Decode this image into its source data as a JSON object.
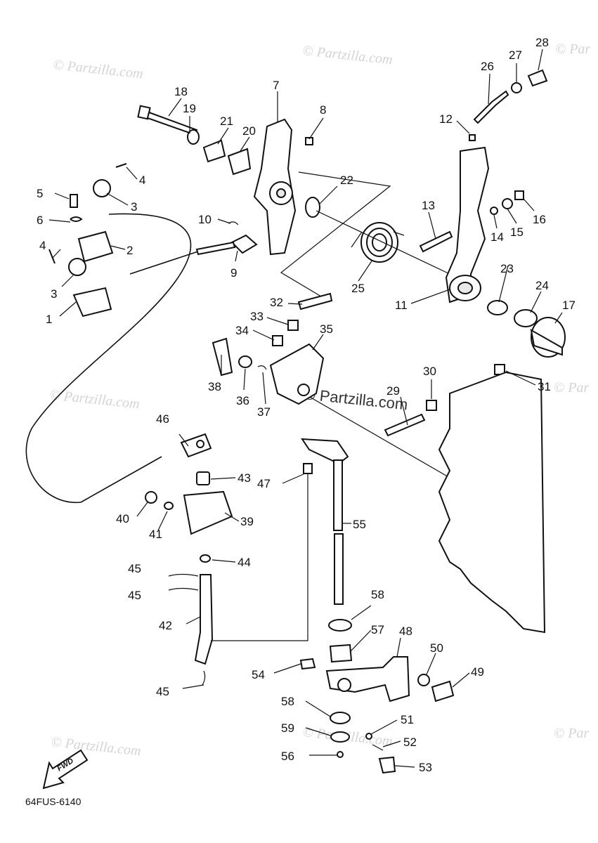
{
  "watermark": {
    "text": "© Partzilla.com",
    "text_edge": "© Par"
  },
  "diagram_code": "64FUS-6140",
  "fwd_label": "FWD",
  "callouts": [
    "1",
    "2",
    "3",
    "3",
    "4",
    "4",
    "5",
    "6",
    "7",
    "8",
    "9",
    "10",
    "11",
    "12",
    "13",
    "14",
    "15",
    "16",
    "17",
    "18",
    "19",
    "20",
    "21",
    "22",
    "23",
    "24",
    "25",
    "26",
    "27",
    "28",
    "29",
    "30",
    "31",
    "32",
    "33",
    "34",
    "35",
    "36",
    "37",
    "38",
    "39",
    "40",
    "41",
    "42",
    "43",
    "44",
    "45",
    "45",
    "45",
    "46",
    "47",
    "48",
    "49",
    "50",
    "51",
    "52",
    "53",
    "54",
    "55",
    "56",
    "57",
    "58",
    "58",
    "59"
  ]
}
